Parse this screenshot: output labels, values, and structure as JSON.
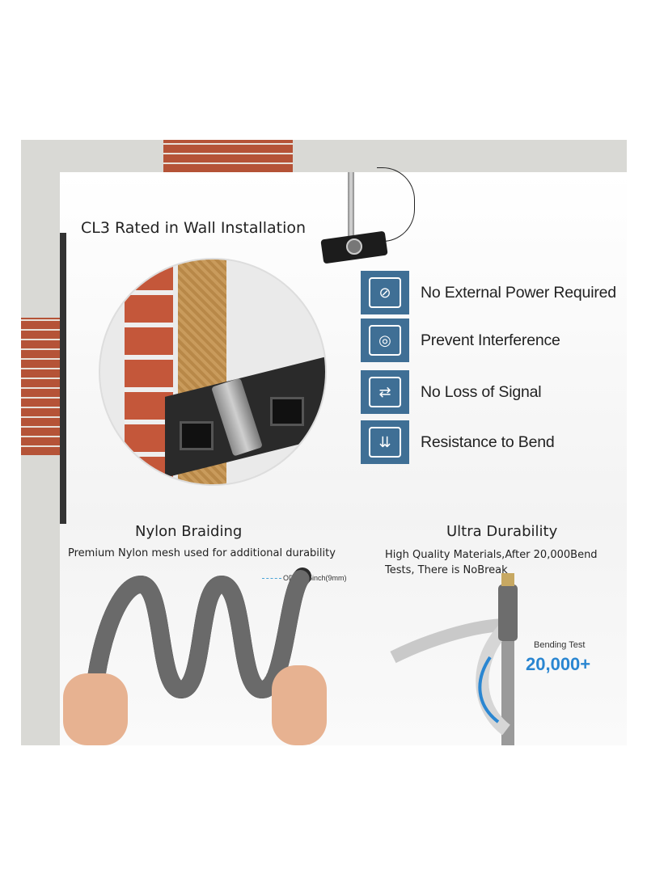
{
  "wall_section": {
    "title": "CL3 Rated in Wall Installation"
  },
  "features": [
    {
      "label": "No External Power Required",
      "icon": "no-power-icon"
    },
    {
      "label": "Prevent Interference",
      "icon": "signal-shield-icon"
    },
    {
      "label": "No Loss of Signal",
      "icon": "two-way-arrows-icon"
    },
    {
      "label": "Resistance to Bend",
      "icon": "bend-press-icon"
    }
  ],
  "nylon": {
    "title": "Nylon Braiding",
    "subtitle": "Premium Nylon mesh used for additional durability",
    "od_label": "OD: 0.35inch(9mm)"
  },
  "durability": {
    "title": "Ultra Durability",
    "subtitle": "High Quality Materials,After 20,000Bend Tests, There is NoBreak",
    "bend_label": "Bending Test",
    "bend_value": "20,000+"
  },
  "colors": {
    "icon_bg": "#3f6f95",
    "bend_value": "#2a86d1",
    "brick": "#c4573a"
  }
}
